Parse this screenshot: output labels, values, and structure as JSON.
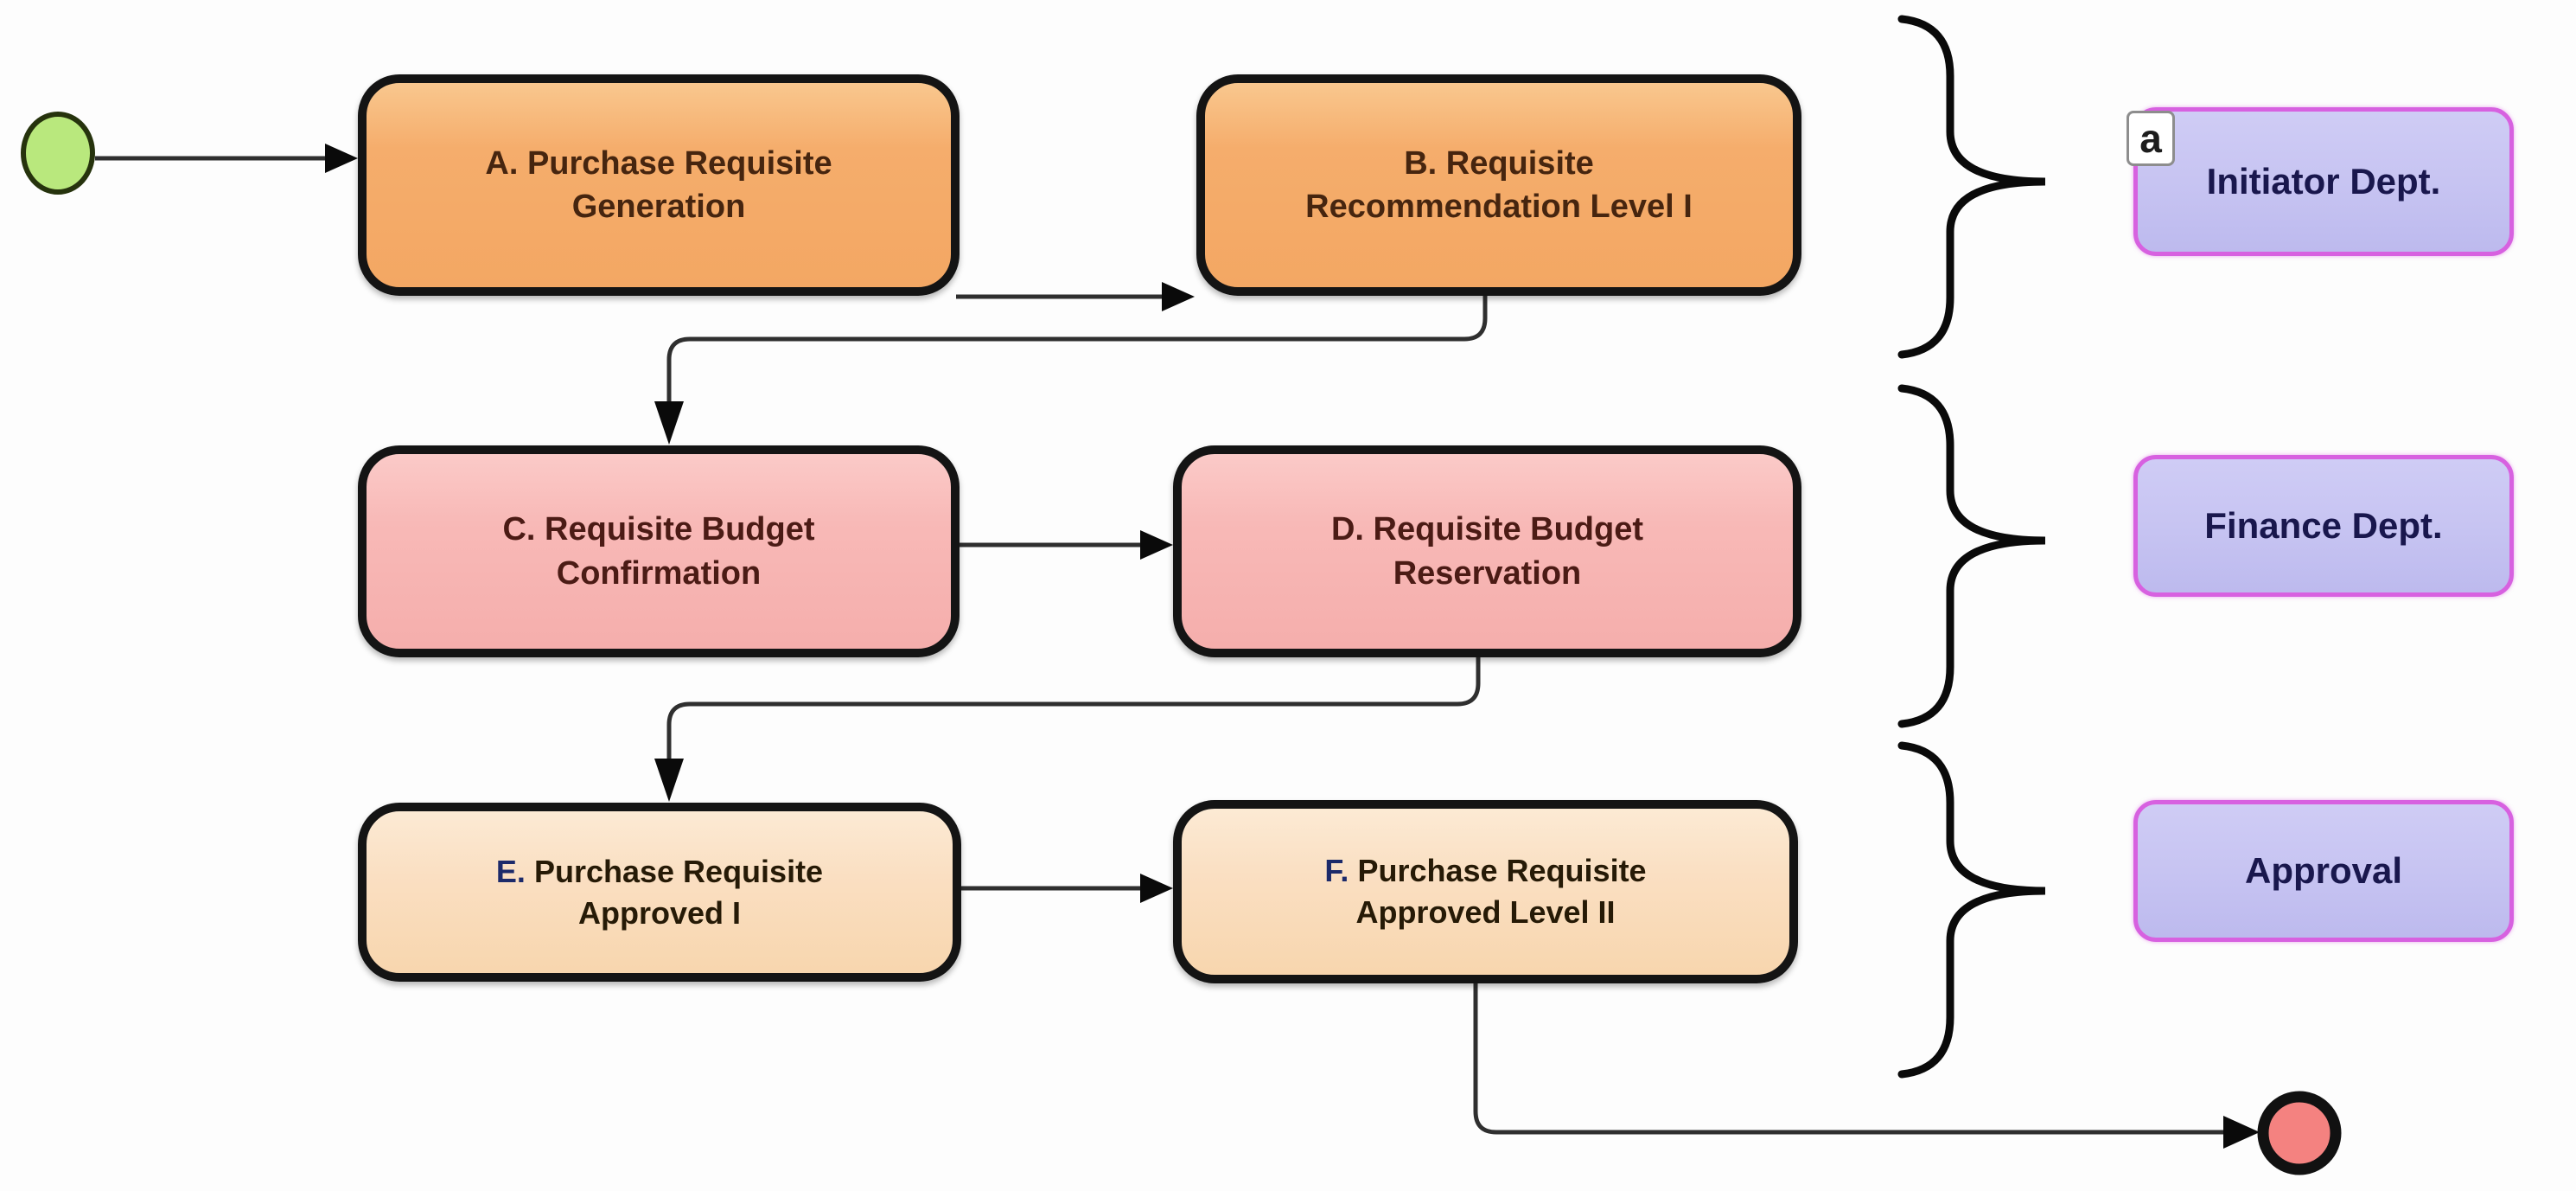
{
  "diagram": {
    "start_event": {
      "shape": "circle",
      "color": "#b9e87d"
    },
    "end_event": {
      "shape": "circle",
      "color": "#f48280"
    },
    "activities": [
      {
        "id": "A",
        "prefix": "A.",
        "line1": "Purchase Requisite",
        "line2": "Generation",
        "group": "Initiator Dept.",
        "fill": "#f5ad6c"
      },
      {
        "id": "B",
        "prefix": "B.",
        "line1": "Requisite",
        "line2": "Recommendation Level I",
        "group": "Initiator Dept.",
        "fill": "#f5ad6c"
      },
      {
        "id": "C",
        "prefix": "C.",
        "line1": "Requisite Budget",
        "line2": "Confirmation",
        "group": "Finance Dept.",
        "fill": "#f8b9b7"
      },
      {
        "id": "D",
        "prefix": "D.",
        "line1": "Requisite Budget",
        "line2": "Reservation",
        "group": "Finance Dept.",
        "fill": "#f8b9b7"
      },
      {
        "id": "E",
        "prefix": "E.",
        "line1": "Purchase Requisite",
        "line2": "Approved I",
        "group": "Approval",
        "fill": "#fadfc2"
      },
      {
        "id": "F",
        "prefix": "F.",
        "line1": "Purchase Requisite",
        "line2": "Approved Level II",
        "group": "Approval",
        "fill": "#fadfc2"
      }
    ],
    "groups": [
      {
        "label": "Initiator Dept."
      },
      {
        "label": "Finance Dept."
      },
      {
        "label": "Approval"
      }
    ],
    "badge": {
      "label": "a"
    },
    "edges": [
      [
        "start",
        "A"
      ],
      [
        "A",
        "B"
      ],
      [
        "B",
        "C"
      ],
      [
        "C",
        "D"
      ],
      [
        "D",
        "E"
      ],
      [
        "E",
        "F"
      ],
      [
        "F",
        "end"
      ]
    ],
    "palette": {
      "initiator_row_fill": "#f5ad6c",
      "finance_row_fill": "#f8b9b7",
      "approval_row_fill": "#fadfc2",
      "group_fill": "#c7c4f2",
      "group_border": "#d761e0",
      "node_border": "#141414",
      "connector": "#2f2f2f",
      "start_fill": "#b9e87d",
      "end_fill": "#f48280"
    }
  }
}
